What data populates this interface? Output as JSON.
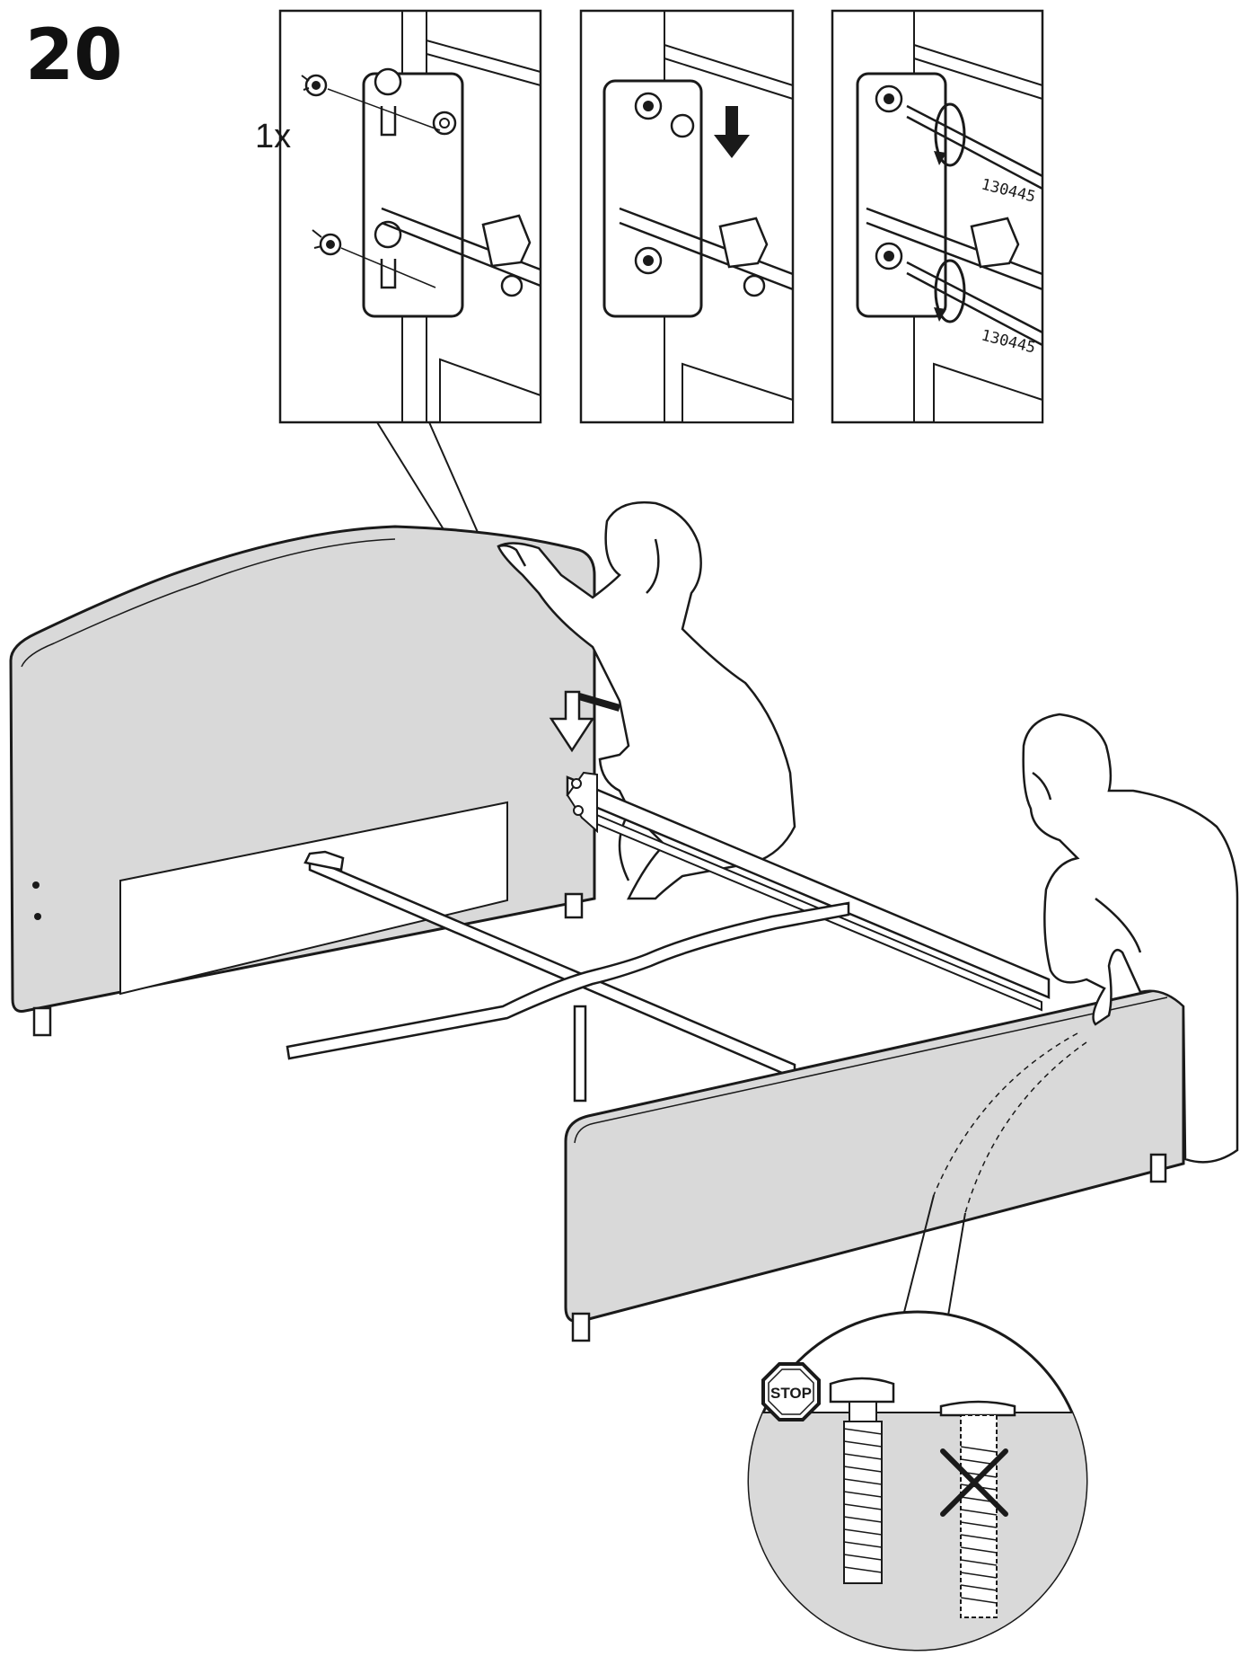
{
  "step_number": "20",
  "panel1": {
    "quantity_label": "1x"
  },
  "panel3": {
    "tool_code_upper": "130445",
    "tool_code_lower": "130445"
  },
  "detail_circle": {
    "stop_sign_text": "STOP"
  },
  "colors": {
    "line": "#1a1a1a",
    "panel_fill": "#d9d9d9",
    "background": "#ffffff"
  }
}
